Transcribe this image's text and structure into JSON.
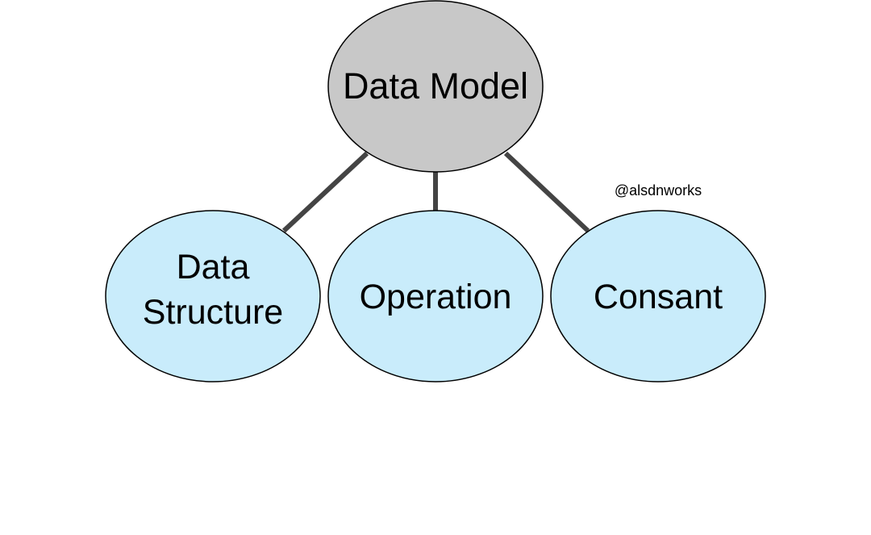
{
  "diagram": {
    "root": {
      "label": "Data Model",
      "fill": "#c8c8c8"
    },
    "children": [
      {
        "lines": [
          "Data",
          "Structure"
        ],
        "fill": "#c9ecfb"
      },
      {
        "lines": [
          "Operation"
        ],
        "fill": "#c9ecfb"
      },
      {
        "lines": [
          "Consant"
        ],
        "fill": "#c9ecfb"
      }
    ],
    "connector_color": "#444444",
    "watermark": "@alsdnworks"
  }
}
